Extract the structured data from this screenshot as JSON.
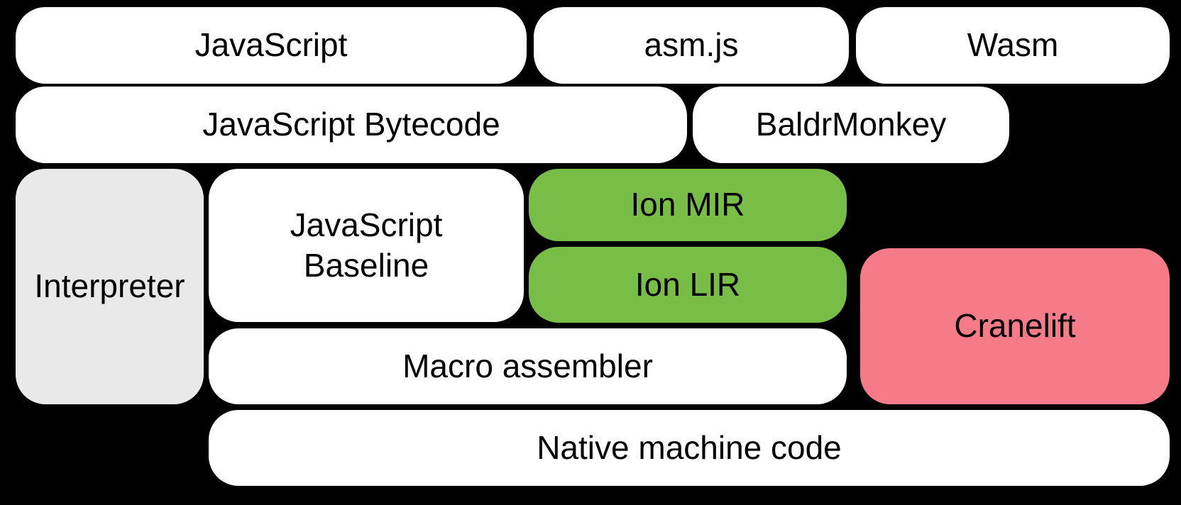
{
  "colors": {
    "background": "#000000",
    "box_white": "#ffffff",
    "box_gray": "#e9e9e9",
    "box_green": "#78bd46",
    "box_pink": "#f67b88",
    "text": "#000000"
  },
  "diagram": {
    "description": "Compiler pipeline block diagram",
    "boxes": [
      {
        "id": "javascript",
        "label": "JavaScript",
        "fill": "white"
      },
      {
        "id": "asm-js",
        "label": "asm.js",
        "fill": "white"
      },
      {
        "id": "wasm",
        "label": "Wasm",
        "fill": "white"
      },
      {
        "id": "javascript-bytecode",
        "label": "JavaScript Bytecode",
        "fill": "white"
      },
      {
        "id": "baldrmonkey",
        "label": "BaldrMonkey",
        "fill": "white"
      },
      {
        "id": "interpreter",
        "label": "Interpreter",
        "fill": "gray"
      },
      {
        "id": "javascript-baseline",
        "label": "JavaScript\nBaseline",
        "fill": "white"
      },
      {
        "id": "ion-mir",
        "label": "Ion MIR",
        "fill": "green"
      },
      {
        "id": "ion-lir",
        "label": "Ion LIR",
        "fill": "green"
      },
      {
        "id": "cranelift",
        "label": "Cranelift",
        "fill": "pink"
      },
      {
        "id": "macro-assembler",
        "label": "Macro assembler",
        "fill": "white"
      },
      {
        "id": "native-machine-code",
        "label": "Native machine code",
        "fill": "white"
      }
    ]
  }
}
